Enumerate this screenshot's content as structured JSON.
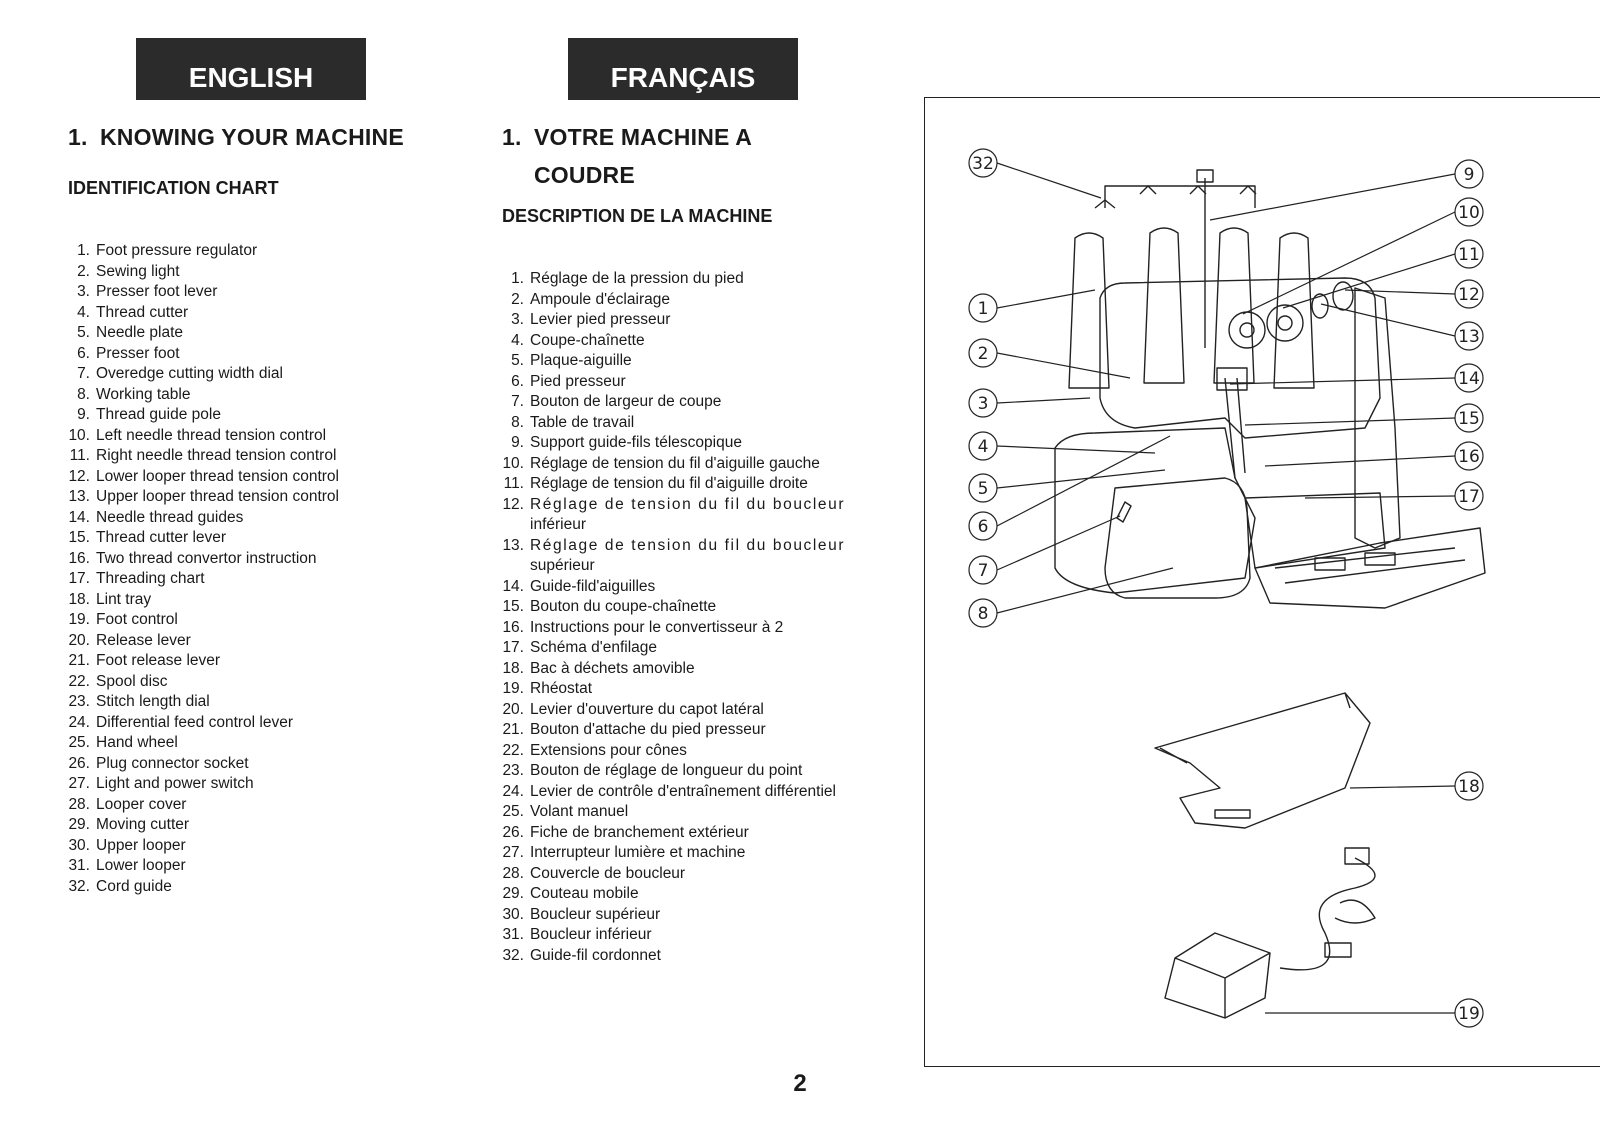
{
  "english": {
    "banner": "ENGLISH",
    "section_number": "1.",
    "section_title": "KNOWING YOUR MACHINE",
    "subheading": "IDENTIFICATION CHART",
    "items": [
      "Foot pressure regulator",
      "Sewing light",
      "Presser foot lever",
      "Thread cutter",
      "Needle plate",
      "Presser foot",
      "Overedge cutting width dial",
      "Working table",
      "Thread guide pole",
      "Left needle thread tension control",
      "Right needle thread tension control",
      "Lower looper thread tension control",
      "Upper looper thread tension control",
      "Needle thread guides",
      "Thread cutter lever",
      "Two thread convertor instruction",
      "Threading chart",
      "Lint tray",
      "Foot control",
      "Release lever",
      "Foot release lever",
      "Spool disc",
      "Stitch length dial",
      "Differential feed control lever",
      "Hand wheel",
      "Plug connector socket",
      "Light and power switch",
      "Looper cover",
      "Moving cutter",
      "Upper looper",
      "Lower looper",
      "Cord guide"
    ]
  },
  "french": {
    "banner": "FRANÇAIS",
    "section_number": "1.",
    "section_title_line1": "VOTRE MACHINE A",
    "section_title_line2": "COUDRE",
    "subheading": "DESCRIPTION DE LA MACHINE",
    "items": [
      "Réglage de la pression du pied",
      "Ampoule d'éclairage",
      "Levier pied presseur",
      "Coupe-chaînette",
      "Plaque-aiguille",
      "Pied presseur",
      "Bouton de largeur de coupe",
      "Table de travail",
      "Support guide-fils télescopique",
      "Réglage de tension du fil d'aiguille gauche",
      "Réglage de tension du fil d'aiguille droite",
      "Réglage de tension du fil du boucleur",
      "inférieur",
      "Réglage de tension du fil du boucleur",
      "supérieur",
      "Guide-fild'aiguilles",
      "Bouton du coupe-chaînette",
      "Instructions pour le convertisseur à 2",
      "Schéma d'enfilage",
      "Bac à déchets amovible",
      "Rhéostat",
      "Levier d'ouverture du capot latéral",
      "Bouton d'attache du pied presseur",
      "Extensions pour cônes",
      "Bouton de réglage de longueur du point",
      "Levier de contrôle d'entraînement différentiel",
      "Volant manuel",
      "Fiche de branchement extérieur",
      "Interrupteur lumière et machine",
      "Couvercle de boucleur",
      "Couteau mobile",
      "Boucleur supérieur",
      "Boucleur inférieur",
      "Guide-fil cordonnet"
    ]
  },
  "figure": {
    "callouts": [
      "32",
      "1",
      "2",
      "3",
      "4",
      "5",
      "6",
      "7",
      "8",
      "9",
      "10",
      "11",
      "12",
      "13",
      "14",
      "15",
      "16",
      "17",
      "18",
      "19"
    ]
  },
  "page_number": "2"
}
